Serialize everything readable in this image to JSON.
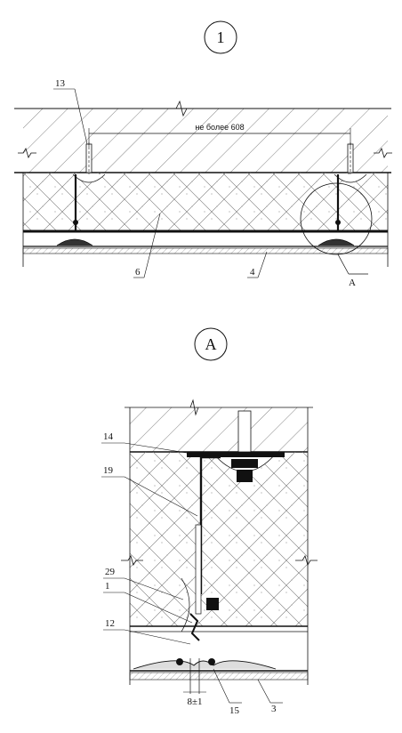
{
  "sections": {
    "top": {
      "marker": "1",
      "dimension": "не более 608"
    },
    "detail": {
      "marker": "A",
      "callout_letter": "A",
      "gap_dimension": "8±1"
    }
  },
  "labels": {
    "top": {
      "n13": "13",
      "n6": "6",
      "n4": "4"
    },
    "detail": {
      "n14": "14",
      "n19": "19",
      "n29": "29",
      "n1": "1",
      "n12": "12",
      "n15": "15",
      "n3": "3"
    }
  }
}
